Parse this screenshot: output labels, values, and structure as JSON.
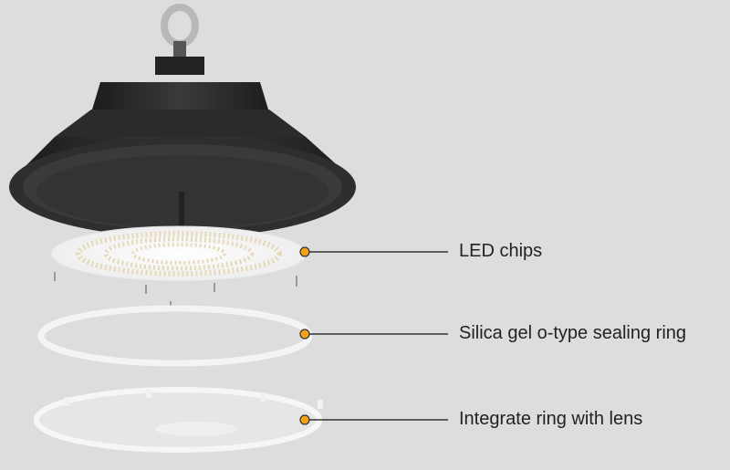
{
  "callouts": [
    {
      "label": "LED chips"
    },
    {
      "label": "Silica gel o-type sealing ring"
    },
    {
      "label": "Integrate ring with lens"
    }
  ],
  "colors": {
    "background": "#dddddd",
    "dot": "#f5a01a",
    "line": "#333333",
    "body": "#2a2a2a"
  }
}
